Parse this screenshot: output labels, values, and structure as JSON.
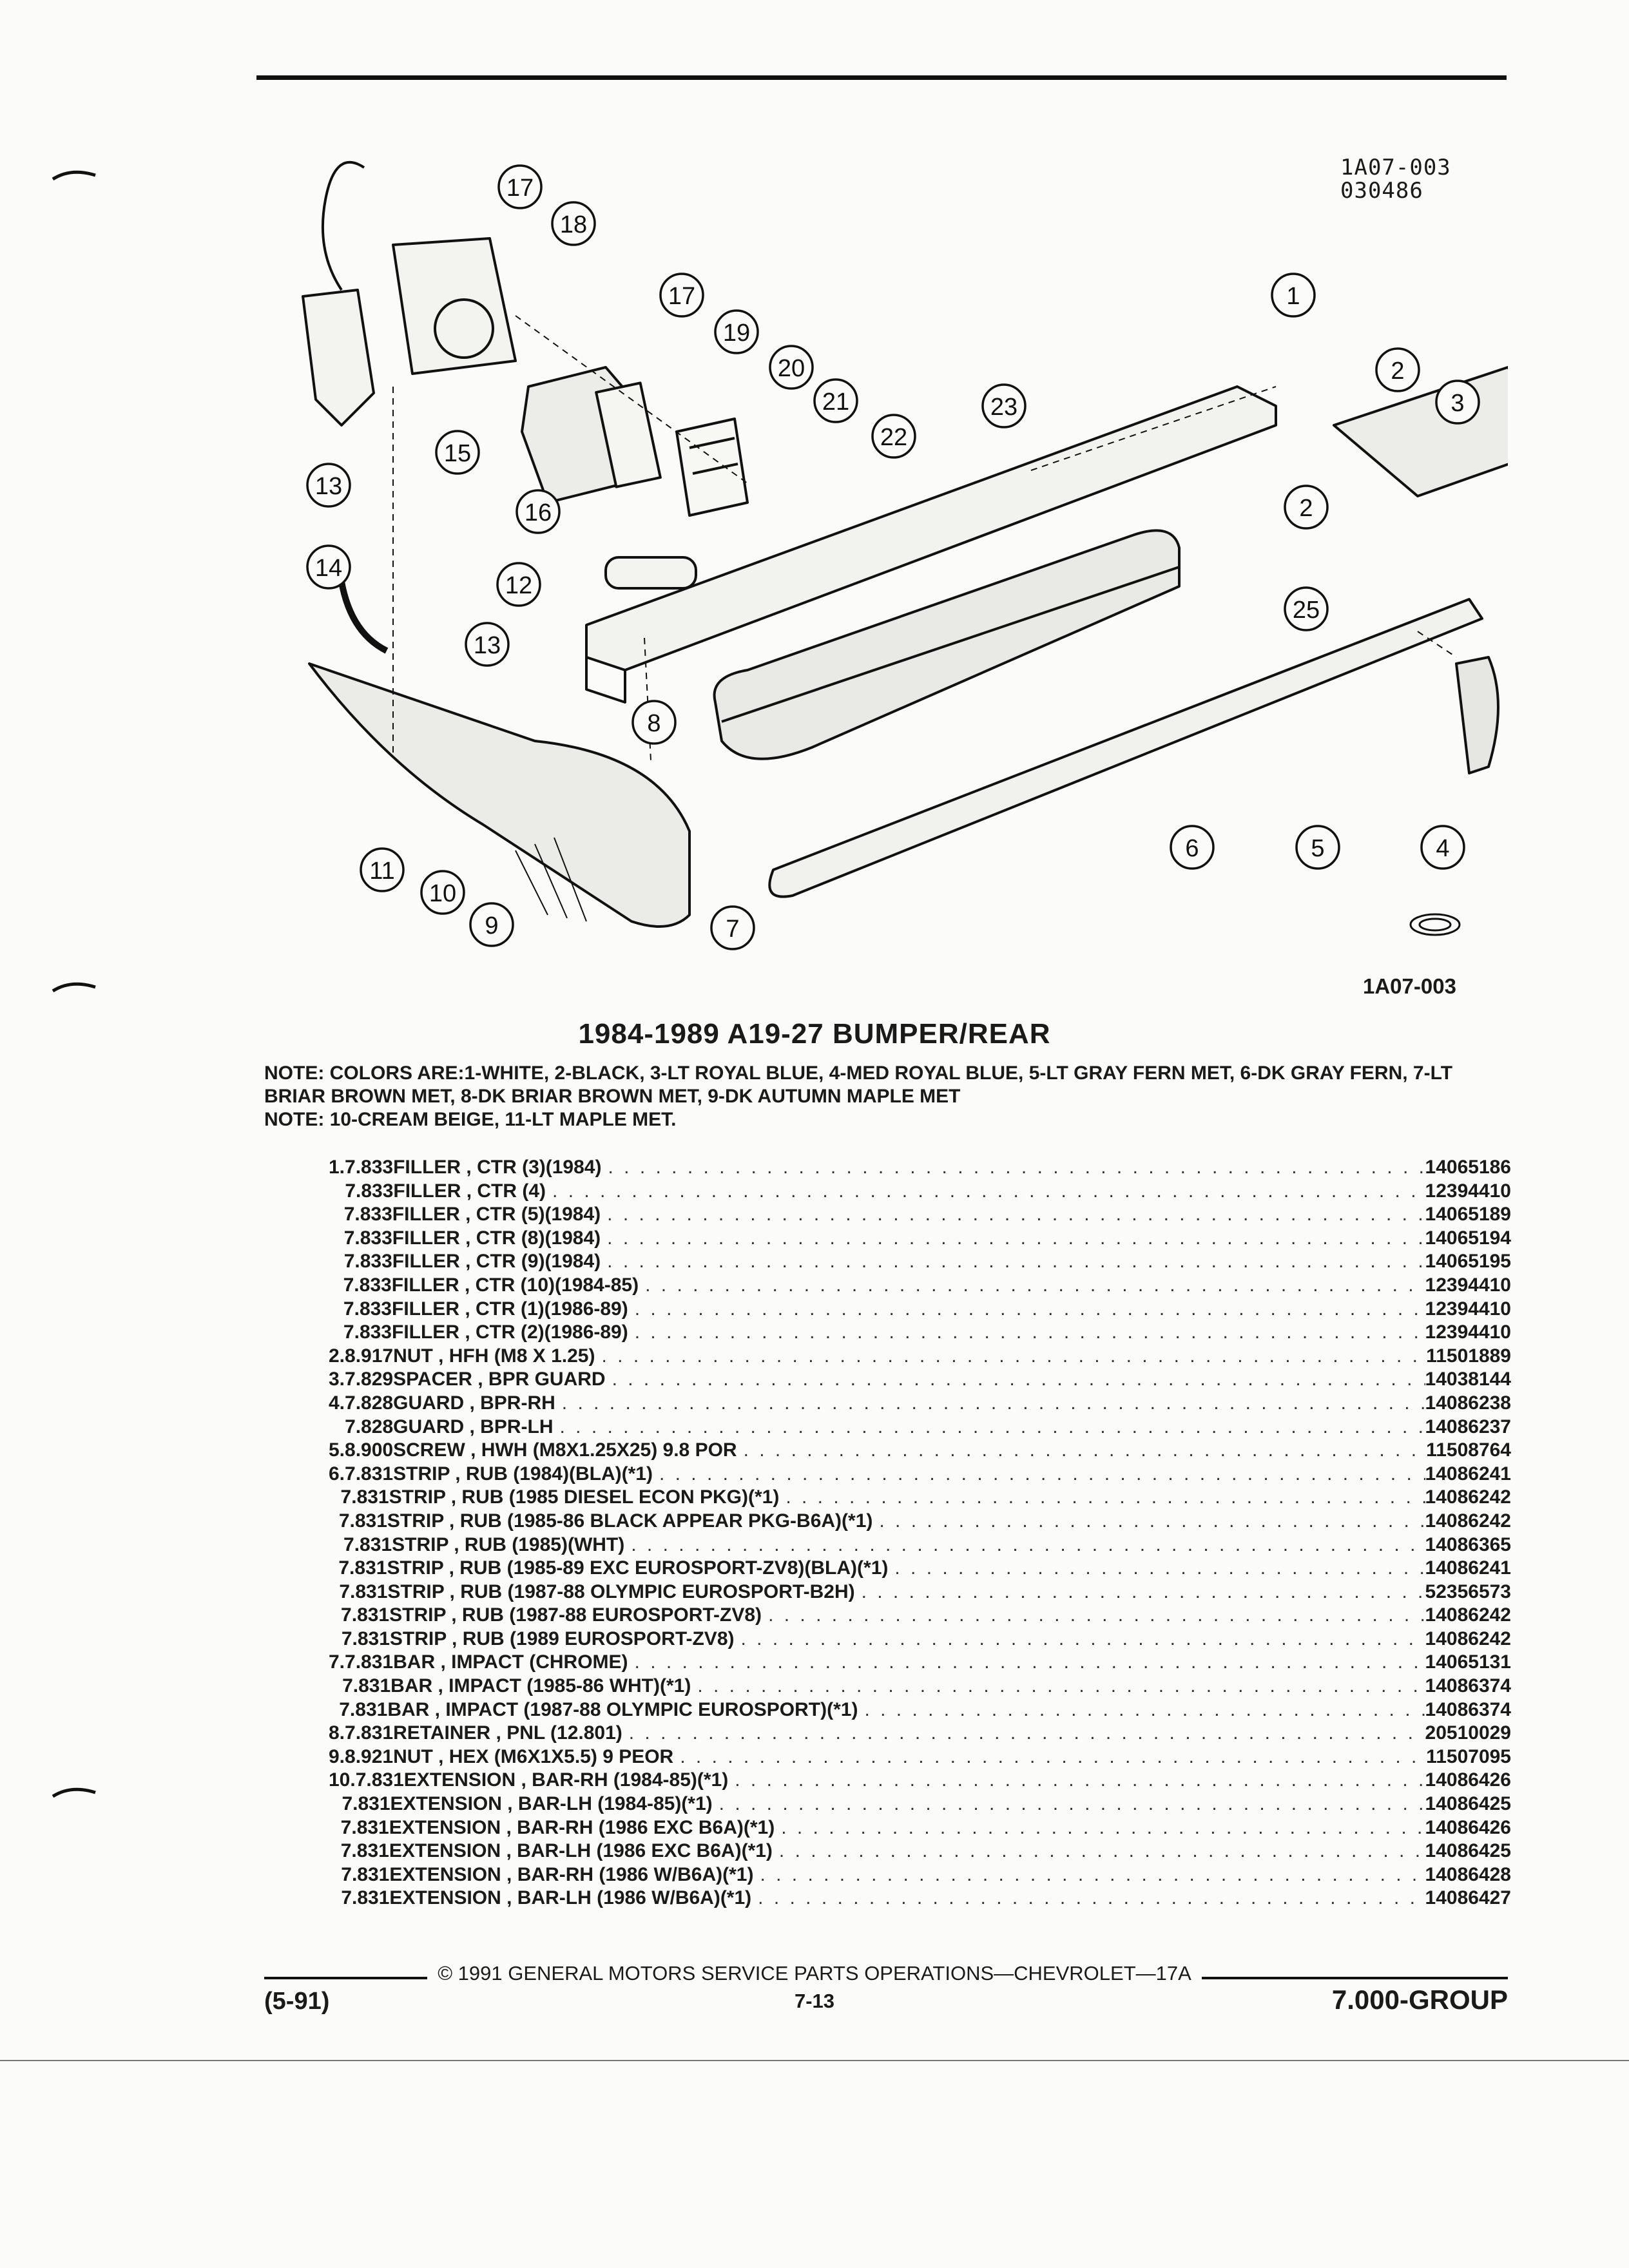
{
  "illustration": {
    "code_top": "1A07-003",
    "date_code": "030486",
    "code_bottom": "1A07-003",
    "callouts": [
      {
        "n": "1"
      },
      {
        "n": "2"
      },
      {
        "n": "3"
      },
      {
        "n": "2"
      },
      {
        "n": "25"
      },
      {
        "n": "4"
      },
      {
        "n": "5"
      },
      {
        "n": "6"
      },
      {
        "n": "7"
      },
      {
        "n": "8"
      },
      {
        "n": "9"
      },
      {
        "n": "10"
      },
      {
        "n": "11"
      },
      {
        "n": "13"
      },
      {
        "n": "14"
      },
      {
        "n": "12"
      },
      {
        "n": "13"
      },
      {
        "n": "15"
      },
      {
        "n": "16"
      },
      {
        "n": "17"
      },
      {
        "n": "18"
      },
      {
        "n": "17"
      },
      {
        "n": "19"
      },
      {
        "n": "20"
      },
      {
        "n": "21"
      },
      {
        "n": "22"
      },
      {
        "n": "23"
      }
    ]
  },
  "title": "1984-1989 A19-27 BUMPER/REAR",
  "notes": [
    "NOTE: COLORS ARE:1-WHITE, 2-BLACK, 3-LT ROYAL BLUE, 4-MED ROYAL BLUE, 5-LT GRAY FERN MET, 6-DK GRAY FERN, 7-LT BRIAR BROWN MET, 8-DK BRIAR BROWN MET, 9-DK AUTUMN MAPLE MET",
    "NOTE: 10-CREAM BEIGE, 11-LT MAPLE MET."
  ],
  "parts": [
    {
      "ref": "1.",
      "group": "7.833",
      "desc": "FILLER , CTR (3)(1984)",
      "part_no": "14065186"
    },
    {
      "ref": "",
      "group": "7.833",
      "desc": "FILLER , CTR (4)",
      "part_no": "12394410"
    },
    {
      "ref": "",
      "group": "7.833",
      "desc": "FILLER , CTR (5)(1984)",
      "part_no": "14065189"
    },
    {
      "ref": "",
      "group": "7.833",
      "desc": "FILLER , CTR (8)(1984)",
      "part_no": "14065194"
    },
    {
      "ref": "",
      "group": "7.833",
      "desc": "FILLER , CTR (9)(1984)",
      "part_no": "14065195"
    },
    {
      "ref": "",
      "group": "7.833",
      "desc": "FILLER , CTR (10)(1984-85)",
      "part_no": "12394410"
    },
    {
      "ref": "",
      "group": "7.833",
      "desc": "FILLER , CTR (1)(1986-89)",
      "part_no": "12394410"
    },
    {
      "ref": "",
      "group": "7.833",
      "desc": "FILLER , CTR (2)(1986-89)",
      "part_no": "12394410"
    },
    {
      "ref": "2.",
      "group": "8.917",
      "desc": "NUT , HFH (M8 X 1.25)",
      "part_no": "11501889"
    },
    {
      "ref": "3.",
      "group": "7.829",
      "desc": "SPACER , BPR GUARD",
      "part_no": "14038144"
    },
    {
      "ref": "4.",
      "group": "7.828",
      "desc": "GUARD , BPR-RH",
      "part_no": "14086238"
    },
    {
      "ref": "",
      "group": "7.828",
      "desc": "GUARD , BPR-LH",
      "part_no": "14086237"
    },
    {
      "ref": "5.",
      "group": "8.900",
      "desc": "SCREW , HWH (M8X1.25X25) 9.8 POR",
      "part_no": "11508764"
    },
    {
      "ref": "6.",
      "group": "7.831",
      "desc": "STRIP , RUB (1984)(BLA)(*1)",
      "part_no": "14086241"
    },
    {
      "ref": "",
      "group": "7.831",
      "desc": "STRIP , RUB (1985 DIESEL ECON PKG)(*1)",
      "part_no": "14086242"
    },
    {
      "ref": "",
      "group": "7.831",
      "desc": "STRIP , RUB (1985-86 BLACK APPEAR PKG-B6A)(*1)",
      "part_no": "14086242"
    },
    {
      "ref": "",
      "group": "7.831",
      "desc": "STRIP , RUB (1985)(WHT)",
      "part_no": "14086365"
    },
    {
      "ref": "",
      "group": "7.831",
      "desc": "STRIP , RUB (1985-89 EXC EUROSPORT-ZV8)(BLA)(*1)",
      "part_no": "14086241"
    },
    {
      "ref": "",
      "group": "7.831",
      "desc": "STRIP , RUB (1987-88 OLYMPIC EUROSPORT-B2H)",
      "part_no": "52356573"
    },
    {
      "ref": "",
      "group": "7.831",
      "desc": "STRIP , RUB (1987-88 EUROSPORT-ZV8)",
      "part_no": "14086242"
    },
    {
      "ref": "",
      "group": "7.831",
      "desc": "STRIP , RUB (1989 EUROSPORT-ZV8)",
      "part_no": "14086242"
    },
    {
      "ref": "7.",
      "group": "7.831",
      "desc": "BAR , IMPACT (CHROME)",
      "part_no": "14065131"
    },
    {
      "ref": "",
      "group": "7.831",
      "desc": "BAR , IMPACT (1985-86 WHT)(*1)",
      "part_no": "14086374"
    },
    {
      "ref": "",
      "group": "7.831",
      "desc": "BAR , IMPACT (1987-88 OLYMPIC EUROSPORT)(*1)",
      "part_no": "14086374"
    },
    {
      "ref": "8.",
      "group": "7.831",
      "desc": "RETAINER , PNL (12.801)",
      "part_no": "20510029"
    },
    {
      "ref": "9.",
      "group": "8.921",
      "desc": "NUT , HEX (M6X1X5.5) 9 PEOR",
      "part_no": "11507095"
    },
    {
      "ref": "10.",
      "group": "7.831",
      "desc": "EXTENSION , BAR-RH (1984-85)(*1)",
      "part_no": "14086426"
    },
    {
      "ref": "",
      "group": "7.831",
      "desc": "EXTENSION , BAR-LH (1984-85)(*1)",
      "part_no": "14086425"
    },
    {
      "ref": "",
      "group": "7.831",
      "desc": "EXTENSION , BAR-RH (1986 EXC B6A)(*1)",
      "part_no": "14086426"
    },
    {
      "ref": "",
      "group": "7.831",
      "desc": "EXTENSION , BAR-LH (1986 EXC B6A)(*1)",
      "part_no": "14086425"
    },
    {
      "ref": "",
      "group": "7.831",
      "desc": "EXTENSION , BAR-RH (1986 W/B6A)(*1)",
      "part_no": "14086428"
    },
    {
      "ref": "",
      "group": "7.831",
      "desc": "EXTENSION , BAR-LH (1986 W/B6A)(*1)",
      "part_no": "14086427"
    }
  ],
  "footer": {
    "copyright": "© 1991 GENERAL MOTORS SERVICE PARTS OPERATIONS—CHEVROLET—17A",
    "date": "(5-91)",
    "page": "7-13",
    "group": "7.000-GROUP"
  }
}
